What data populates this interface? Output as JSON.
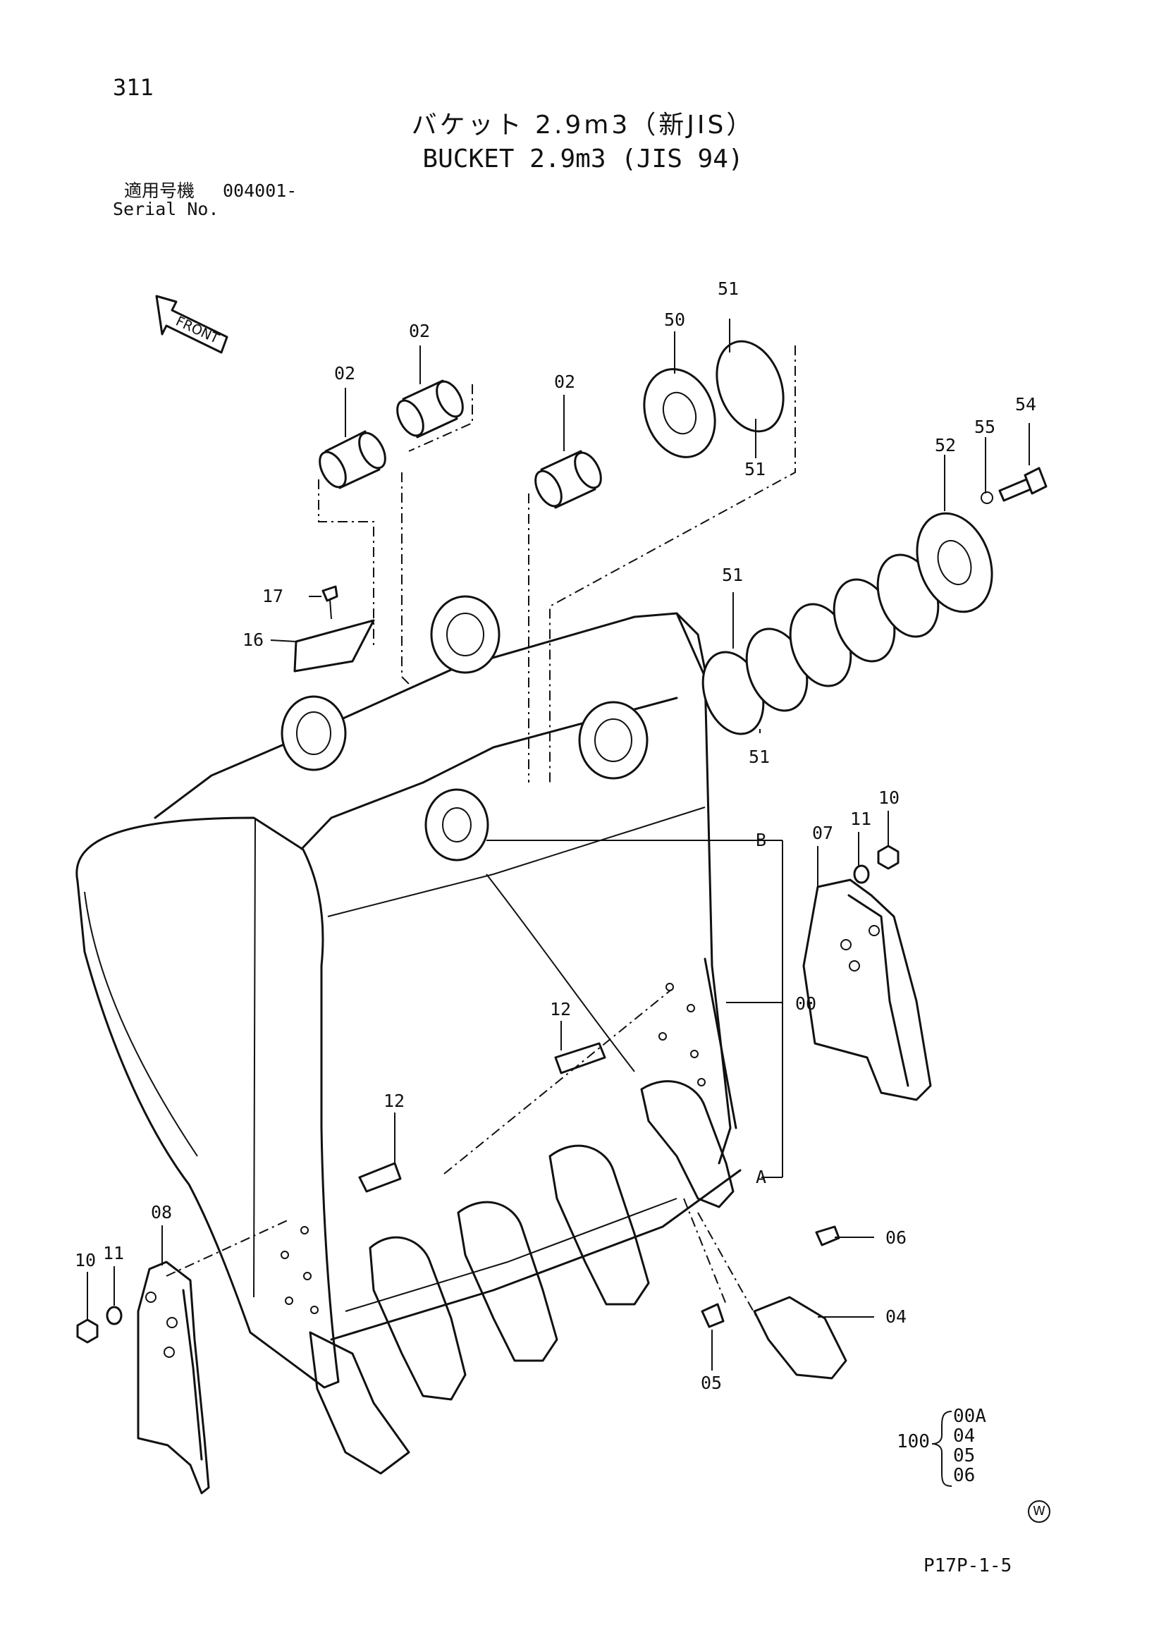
{
  "header": {
    "page_number": "311",
    "title_jp": "バケット 2.9m3（新JIS）",
    "title_en": "BUCKET 2.9m3 (JIS 94)",
    "serial_label_jp": "適用号機",
    "serial_value": "004001-",
    "serial_label_en": "Serial No."
  },
  "front_indicator": "FRONT",
  "callouts": {
    "bushing_a": "02",
    "bushing_b": "02",
    "bushing_c": "02",
    "ring_50": "50",
    "shim_51_top": "51",
    "shim_51_upper_lower": "51",
    "shim_51_mid": "51",
    "shim_51_mid_lower": "51",
    "plate_52": "52",
    "washer_55": "55",
    "bolt_54": "54",
    "bolt_17": "17",
    "plate_16": "16",
    "ref_b": "B",
    "side_cutter_07": "07",
    "washer_11_right": "11",
    "nut_10_right": "10",
    "bucket_00": "00",
    "bolt_12_upper": "12",
    "bolt_12_lower": "12",
    "ref_a": "A",
    "side_cutter_08": "08",
    "nut_10_left": "10",
    "washer_11_left": "11",
    "lock_06": "06",
    "tooth_04": "04",
    "pin_05": "05"
  },
  "assembly": {
    "quantity_label": "100",
    "items": [
      "00A",
      "04",
      "05",
      "06"
    ]
  },
  "footer": {
    "watermark": "W",
    "drawing_code": "P17P-1-5"
  }
}
